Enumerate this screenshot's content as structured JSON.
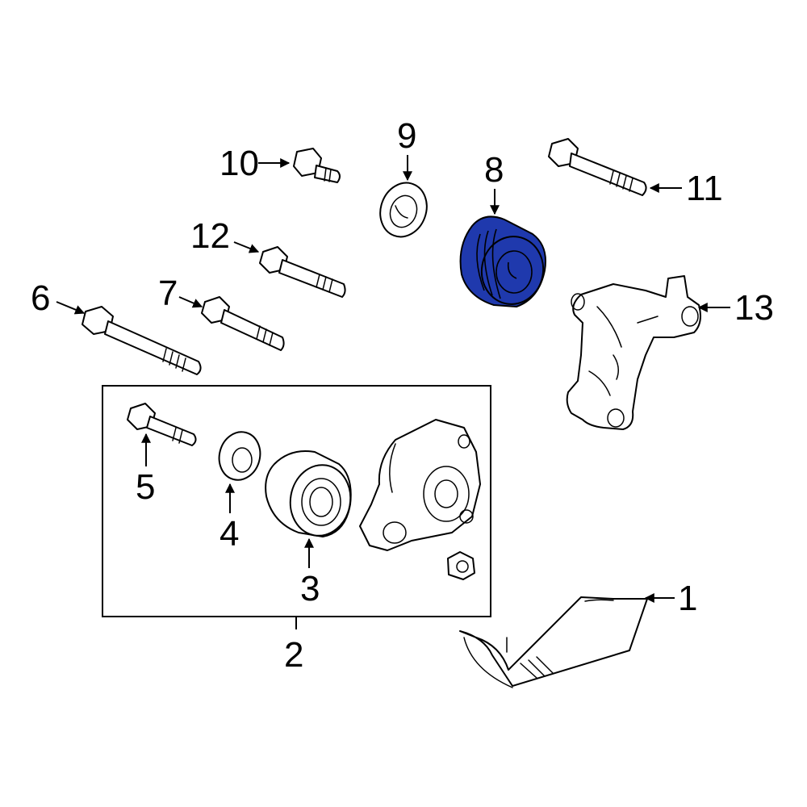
{
  "diagram": {
    "highlight_color": "#1f39ad",
    "highlighted_part": "8",
    "callouts": {
      "c1": "1",
      "c2": "2",
      "c3": "3",
      "c4": "4",
      "c5": "5",
      "c6": "6",
      "c7": "7",
      "c8": "8",
      "c9": "9",
      "c10": "10",
      "c11": "11",
      "c12": "12",
      "c13": "13"
    }
  }
}
